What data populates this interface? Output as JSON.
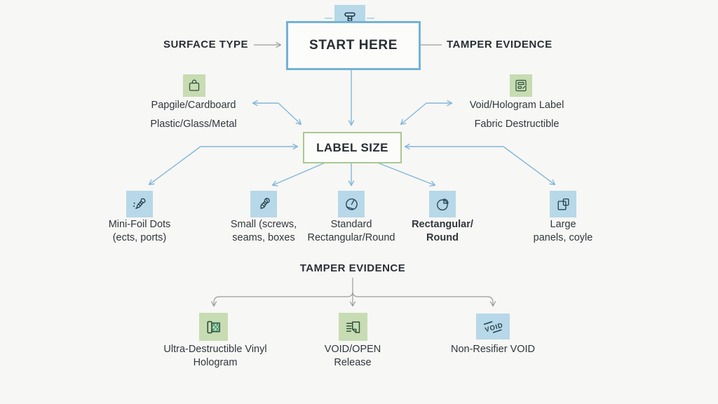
{
  "palette": {
    "background": "#f7f7f5",
    "start_border_blue": "#74b2d6",
    "size_border_green": "#a9c88f",
    "icon_bg_blue": "#b7d8e8",
    "icon_bg_green": "#c7dcb2",
    "arrow_blue": "#82b7d9",
    "arrow_gray": "#9b9b9b",
    "text_dark": "#2b3036"
  },
  "top": {
    "start_here": "START HERE",
    "surface_type": "SURFACE TYPE",
    "tamper_evidence": "TAMPER EVIDENCE",
    "start_icon": "screw-icon"
  },
  "surface_branches": {
    "left": {
      "icon": "package-icon",
      "line1": "Papgile/Cardboard",
      "line2": "Plastic/Glass/Metal"
    },
    "right": {
      "icon": "label-form-icon",
      "line1": "Void/Hologram Label",
      "line2": "Fabric Destructible"
    }
  },
  "label_size": {
    "title": "LABEL SIZE",
    "options": [
      {
        "icon": "foil-dots-screw-icon",
        "line1": "Mini-Foil Dots",
        "line2": "(ects, ports)"
      },
      {
        "icon": "angled-screw-icon",
        "line1": "Small (screws,",
        "line2": "seams, boxes"
      },
      {
        "icon": "gauge-circle-icon",
        "line1": "Standard",
        "line2": "Rectangular/Round"
      },
      {
        "icon": "pie-circle-icon",
        "line1": "Rectangular/",
        "line2": "Round"
      },
      {
        "icon": "panels-icon",
        "line1": "Large",
        "line2": "panels, coyle"
      }
    ]
  },
  "tamper_section": {
    "title": "TAMPER EVIDENCE",
    "options": [
      {
        "icon": "hologram-roll-icon",
        "line1": "Ultra-Destructible Vinyl",
        "line2": "Hologram"
      },
      {
        "icon": "void-open-document-icon",
        "line1": "VOID/OPEN",
        "line2": "Release"
      },
      {
        "icon": "void-stamp-icon",
        "line1": "Non-Resifier VOID",
        "line2": "",
        "stamp_text": "VOID"
      }
    ]
  }
}
